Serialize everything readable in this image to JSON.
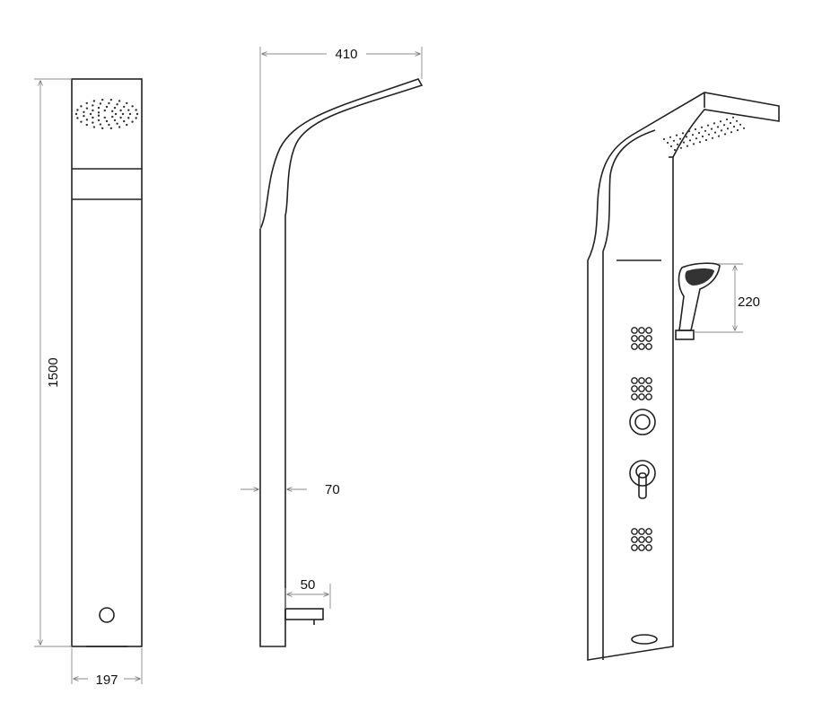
{
  "title": "Shower panel dimension drawing",
  "views": {
    "front": {
      "height_label": "1500",
      "width_label": "197"
    },
    "side": {
      "reach_label": "410",
      "depth_label": "70",
      "spout_label": "50"
    },
    "perspective": {
      "hand_shower_label": "220"
    }
  },
  "colors": {
    "line": "#222222",
    "dimension_line": "#888888"
  }
}
